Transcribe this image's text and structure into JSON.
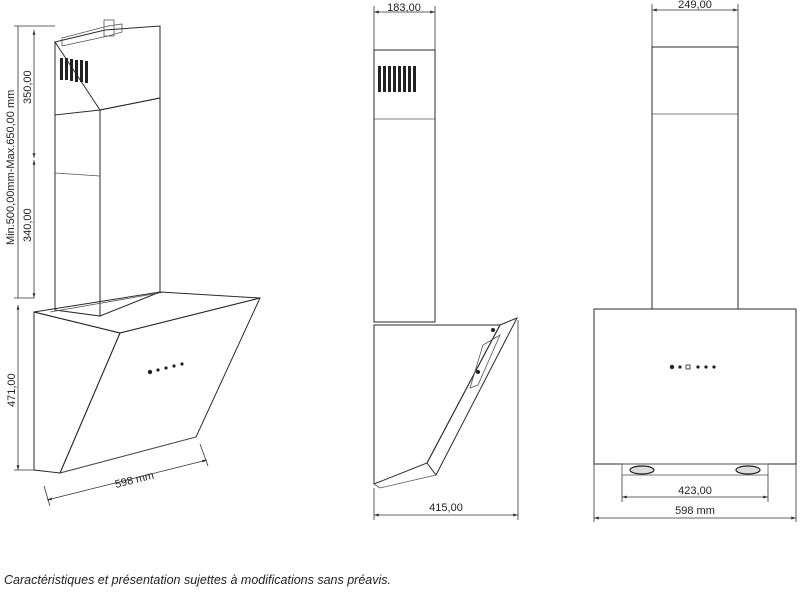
{
  "views": {
    "side_perspective": {
      "dim_chimney_total": "Min.500,00mm-Max.650,00 mm",
      "dim_upper_chimney": "350,00",
      "dim_lower_chimney": "340,00",
      "dim_hood_height": "471,00",
      "dim_hood_width": "598 mm"
    },
    "side": {
      "dim_chimney_depth": "183,00",
      "dim_total_depth": "415,00"
    },
    "front": {
      "dim_chimney_width": "249,00",
      "dim_filter_spacing": "423,00",
      "dim_total_width": "598 mm"
    }
  },
  "footnote": "Caractéristiques et présentation sujettes à modifications sans préavis."
}
